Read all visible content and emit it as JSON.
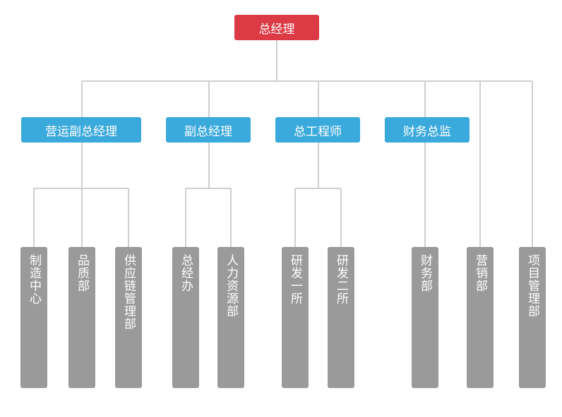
{
  "chart_data": {
    "type": "org-chart",
    "root": "总经理",
    "vice": [
      "营运副总经理",
      "副总经理",
      "总工程师",
      "财务总监"
    ],
    "departments": [
      {
        "label": "制造中心",
        "parent": "营运副总经理"
      },
      {
        "label": "品质部",
        "parent": "营运副总经理"
      },
      {
        "label": "供应链管理部",
        "parent": "营运副总经理"
      },
      {
        "label": "总经办",
        "parent": "副总经理"
      },
      {
        "label": "人力资源部",
        "parent": "副总经理"
      },
      {
        "label": "研发一所",
        "parent": "总工程师"
      },
      {
        "label": "研发二所",
        "parent": "总工程师"
      },
      {
        "label": "财务部",
        "parent": "财务总监"
      },
      {
        "label": "营销部",
        "parent": "总经理"
      },
      {
        "label": "项目管理部",
        "parent": "总经理"
      }
    ]
  },
  "colors": {
    "root": "#dc3a45",
    "vice": "#3aa9db",
    "department": "#9a9a9a",
    "connector": "#cfcfcf"
  }
}
